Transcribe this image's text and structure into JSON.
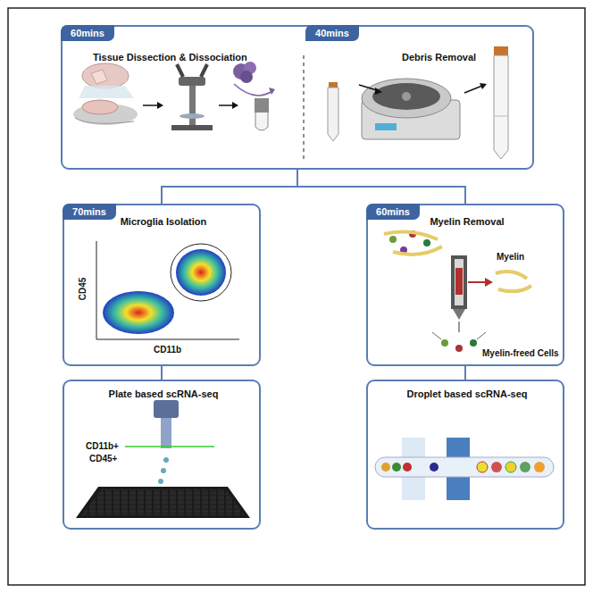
{
  "diagram": {
    "nodes": [
      {
        "text": [
          "Tissue Dissection & Dissociation",
          "Debris Removal"
        ]
      },
      {
        "text": [
          "60mins"
        ],
        "in": 0
      },
      {
        "text": [
          "40mins"
        ],
        "in": 0
      },
      {
        "text": [
          "Microglia Isolation"
        ]
      },
      {
        "text": [
          "70mins"
        ],
        "in": 3
      },
      {
        "text": [
          "Myelin Removal"
        ]
      },
      {
        "text": [
          "60mins"
        ],
        "in": 5
      },
      {
        "text": [
          "Plate based scRNA-seq"
        ]
      },
      {
        "text": [
          "Droplet based scRNA-seq"
        ]
      }
    ],
    "edges": [
      {
        "from": 0,
        "to": 3,
        "arrow": "none"
      },
      {
        "from": 0,
        "to": 5,
        "arrow": "none"
      },
      {
        "from": 3,
        "to": 7,
        "arrow": "none"
      },
      {
        "from": 5,
        "to": 8,
        "arrow": "none"
      }
    ],
    "labels": [
      "CD45",
      "CD11b",
      "Myelin",
      "Myelin-freed Cells",
      "CD11b+",
      "CD45+"
    ]
  }
}
